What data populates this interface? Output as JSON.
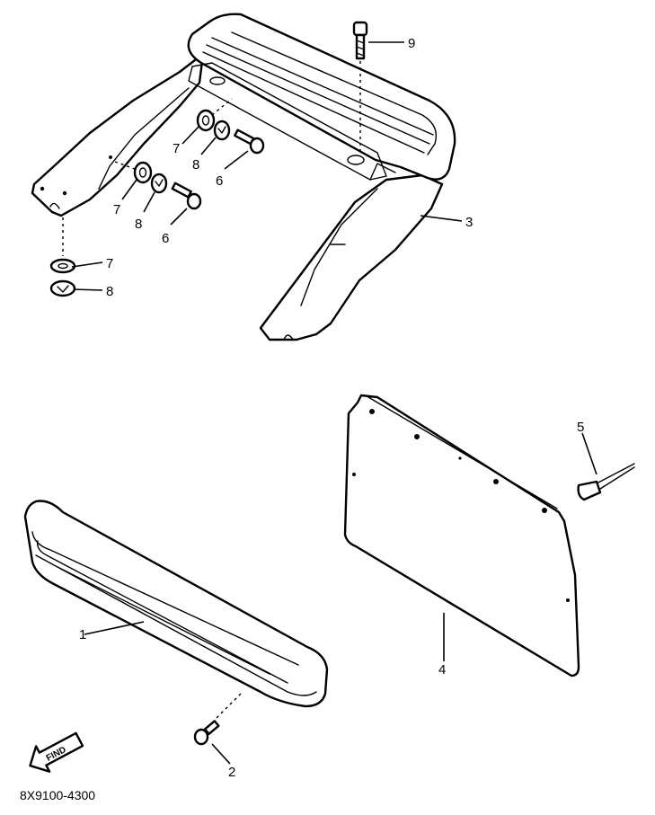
{
  "callouts": {
    "c1": "1",
    "c2": "2",
    "c3": "3",
    "c4": "4",
    "c5": "5",
    "c6a": "6",
    "c6b": "6",
    "c7a": "7",
    "c7b": "7",
    "c7c": "7",
    "c8a": "8",
    "c8b": "8",
    "c8c": "8",
    "c9": "9"
  },
  "find_arrow_label": "FIND",
  "diagram_code": "8X9100-4300"
}
